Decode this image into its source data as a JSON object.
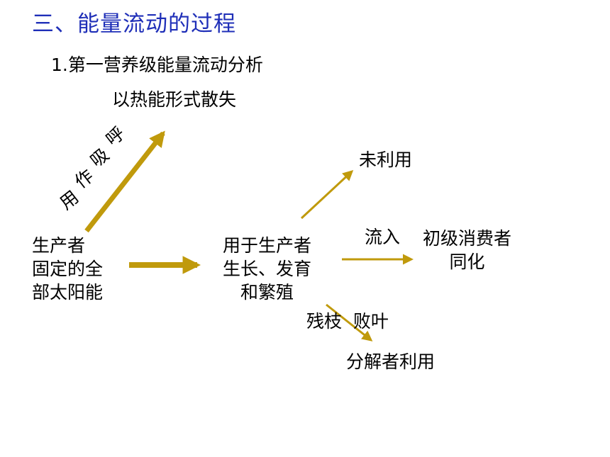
{
  "title": "三、能量流动的过程",
  "subtitle": "1.第一营养级能量流动分析",
  "nodes": {
    "producer_lines": [
      "生产者",
      "固定的全",
      "部太阳能"
    ],
    "growth_lines": [
      "用于生产者",
      "生长、发育",
      "和繁殖"
    ],
    "heat": "以热能形式散失",
    "unused": "未利用",
    "consumer_lines": [
      "初级消费者",
      "同化"
    ],
    "decomposer": "分解者利用"
  },
  "edge_labels": {
    "respiration_chars": [
      "呼",
      "吸",
      "作",
      "用"
    ],
    "inflow": "流入",
    "litter": "残枝  败叶"
  },
  "colors": {
    "arrow": "#c09a0c",
    "title": "#1f2fb8"
  }
}
